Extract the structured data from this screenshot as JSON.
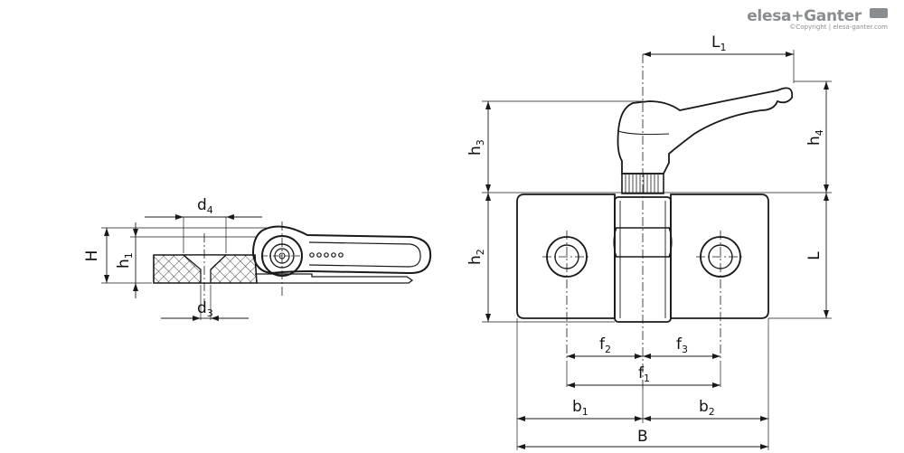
{
  "brand": {
    "name": "elesa+Ganter",
    "copyright": "©Copyright | elesa-ganter.com"
  },
  "side_view_labels": {
    "d4": "d",
    "d4_sub": "4",
    "d3": "d",
    "d3_sub": "3",
    "H": "H",
    "h1": "h",
    "h1_sub": "1"
  },
  "front_view_labels": {
    "L1": "L",
    "L1_sub": "1",
    "h3": "h",
    "h3_sub": "3",
    "h4": "h",
    "h4_sub": "4",
    "h2": "h",
    "h2_sub": "2",
    "L": "L",
    "f2": "f",
    "f2_sub": "2",
    "f3": "f",
    "f3_sub": "3",
    "f1": "f",
    "f1_sub": "1",
    "b1": "b",
    "b1_sub": "1",
    "b2": "b",
    "b2_sub": "2",
    "B": "B"
  },
  "colors": {
    "line": "#1a1a1a",
    "hatch": "#1a1a1a",
    "brand": "#8a8d8f"
  }
}
